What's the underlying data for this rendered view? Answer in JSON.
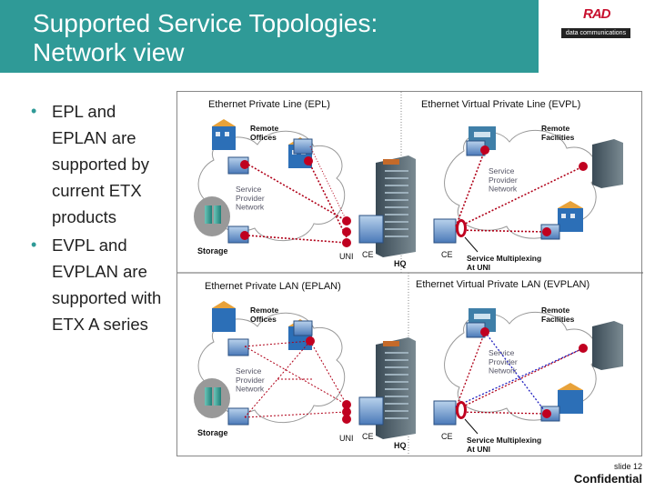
{
  "title": "Supported Service Topologies:\nNetwork view",
  "logo": {
    "brand": "RAD",
    "tagline": "data communications"
  },
  "bullets": [
    "EPL and EPLAN are supported by current ETX products",
    "EVPL and EVPLAN are supported with ETX A series"
  ],
  "diagram": {
    "panels": {
      "epl": "Ethernet Private Line (EPL)",
      "evpl": "Ethernet Virtual Private Line (EVPL)",
      "eplan": "Ethernet Private LAN (EPLAN)",
      "evplan": "Ethernet Virtual Private LAN (EVPLAN)"
    },
    "labels": {
      "remote_offices": "Remote\nOffices",
      "remote_facilities": "Remote\nFacilities",
      "storage": "Storage",
      "cloud": "Service\nProvider\nNetwork",
      "uni": "UNI",
      "ce": "CE",
      "hq": "HQ",
      "multiplexing": "Service Multiplexing\nAt UNI"
    },
    "colors": {
      "red_dot": "#c00020",
      "red_line": "#b00018",
      "blue_line": "#2020c0"
    }
  },
  "footer": {
    "slide": "slide 12",
    "confidential": "Confidential"
  }
}
